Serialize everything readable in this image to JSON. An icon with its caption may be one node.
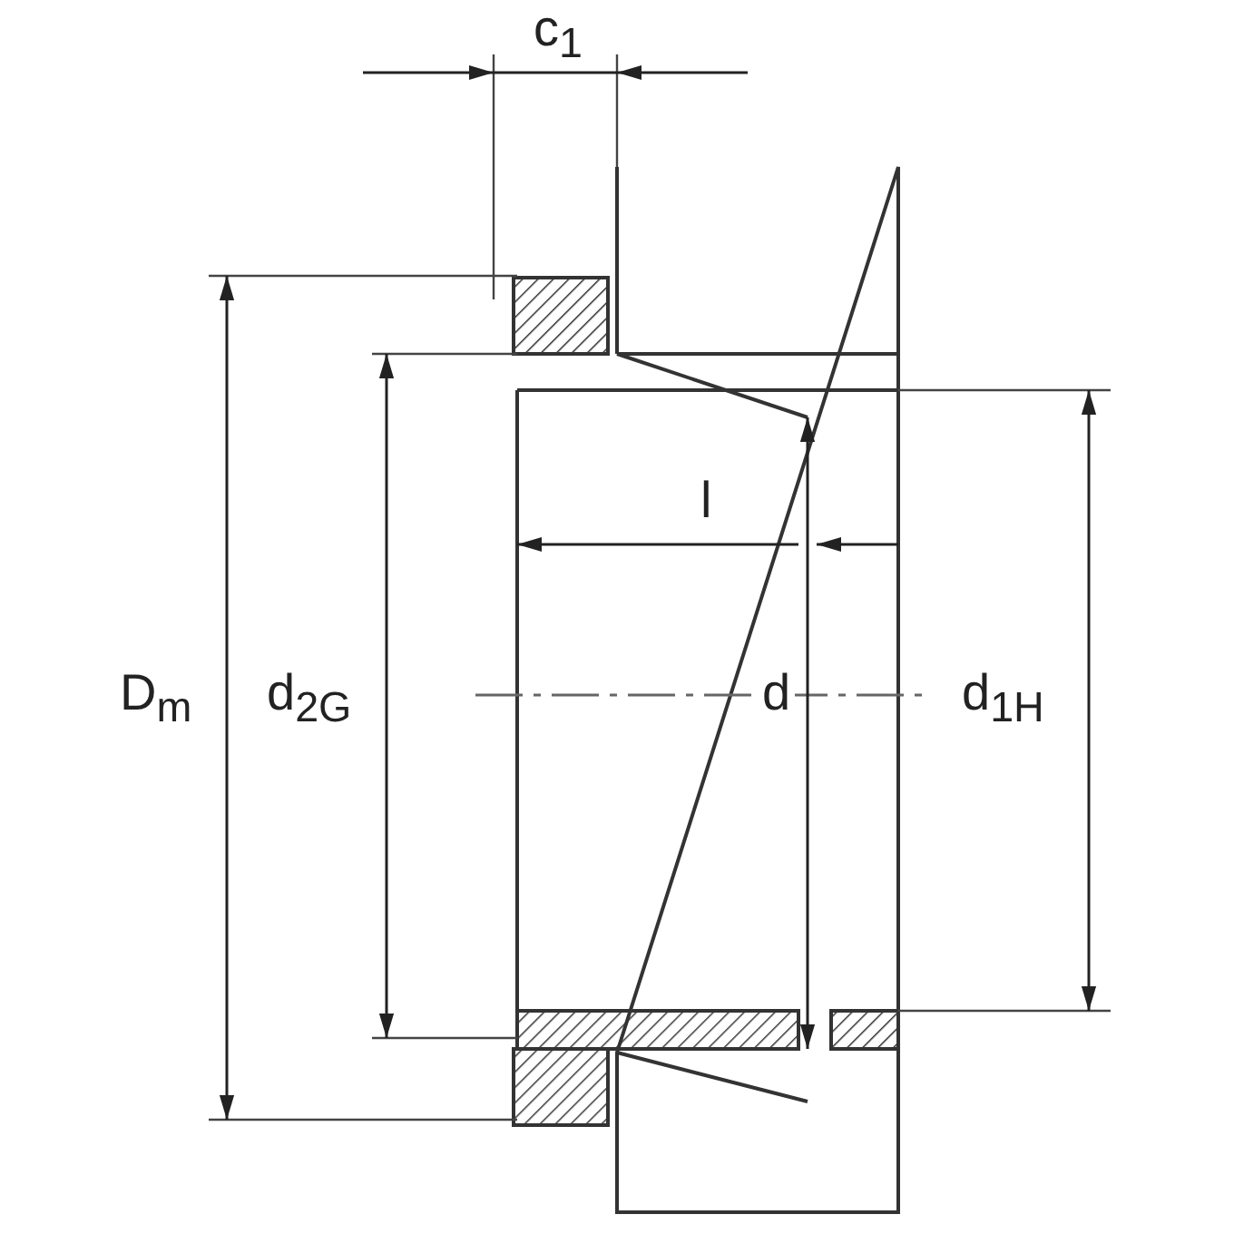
{
  "diagram": {
    "labels": [
      "c$_{1}$",
      "l",
      "D$_{m}$",
      "d$_{2G}$",
      "d",
      "d$_{1H}$"
    ]
  }
}
